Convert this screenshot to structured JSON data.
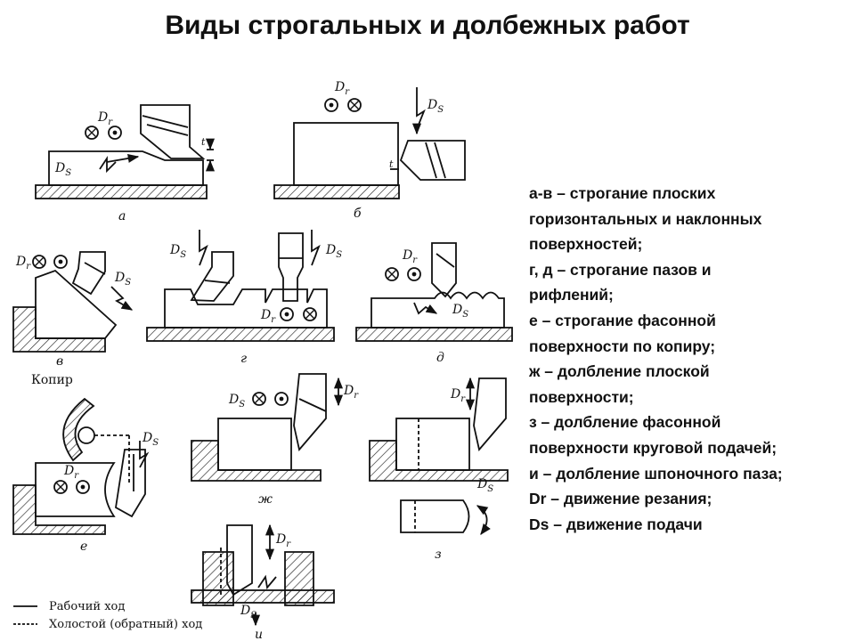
{
  "title": "Виды строгальных и долбежных работ",
  "legend_lines": [
    "а-в – строгание плоских",
    "горизонтальных и наклонных",
    "поверхностей;",
    "г, д – строгание пазов и",
    "рифлений;",
    "е – строгание фасонной",
    "поверхности по копиру;",
    "ж – долбление плоской",
    "поверхности;",
    "з – долбление фасонной",
    "поверхности круговой подачей;",
    "и – долбление шпоночного паза;",
    "Dr – движение резания;",
    "Ds – движение подачи"
  ],
  "figure": {
    "panel_labels": [
      "а",
      "б",
      "в",
      "г",
      "д",
      "е",
      "ж",
      "з",
      "и"
    ],
    "motion_labels": {
      "dr": "D",
      "dr_sub": "r",
      "ds": "D",
      "ds_sub": "S",
      "t": "t"
    },
    "kopir_label": "Копир",
    "key": {
      "working_stroke": "Рабочий ход",
      "idle_stroke": "Холостой (обратный) ход"
    }
  }
}
